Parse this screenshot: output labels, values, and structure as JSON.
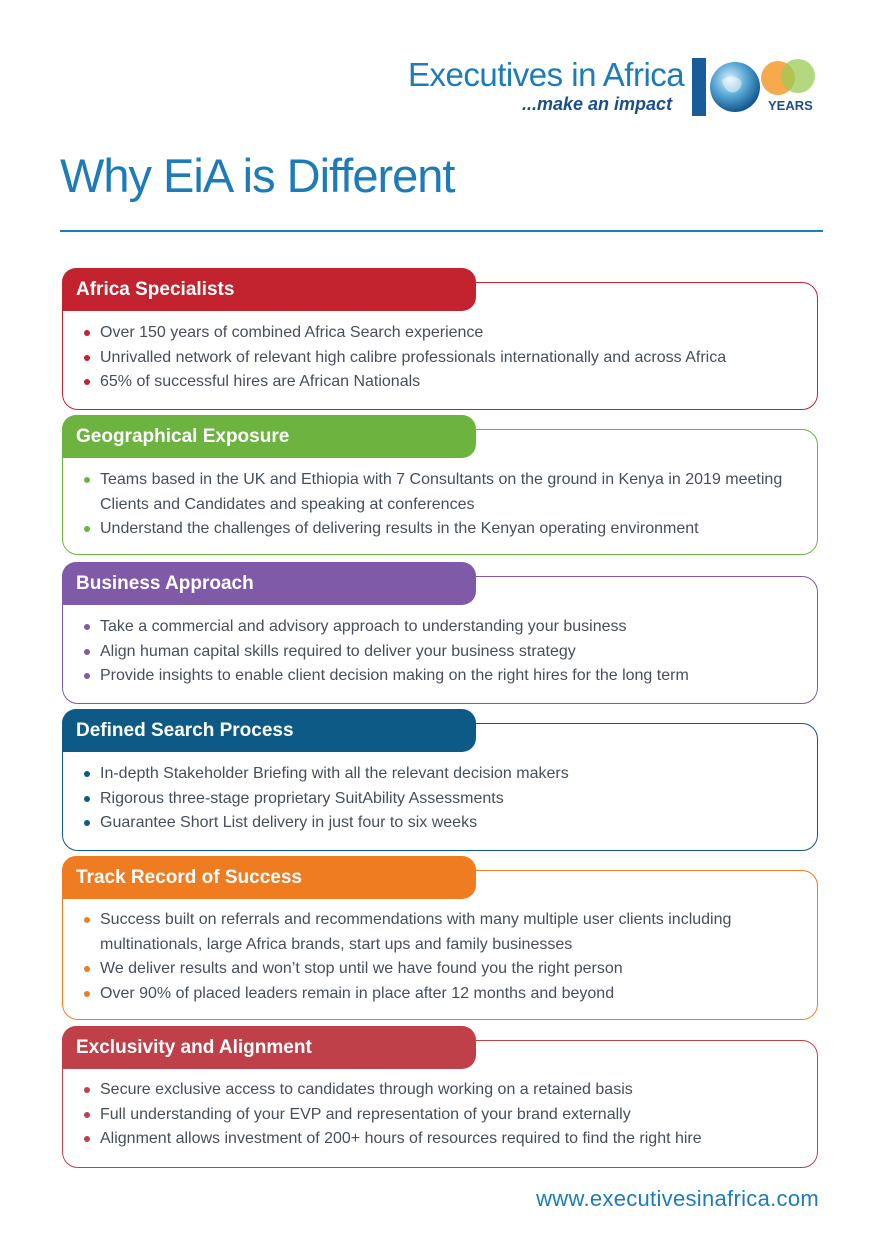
{
  "logo": {
    "name": "Executives in Africa",
    "tagline": "...make an impact",
    "years_label": "YEARS"
  },
  "page_title": "Why EiA is Different",
  "sections": [
    {
      "title": "Africa Specialists",
      "color": "#c2232e",
      "items": [
        "Over 150 years of combined Africa Search experience",
        "Unrivalled network of relevant high calibre professionals internationally and across Africa",
        "65% of successful hires are African Nationals"
      ]
    },
    {
      "title": "Geographical Exposure",
      "color": "#6cb33f",
      "items": [
        "Teams based in the UK and Ethiopia with 7 Consultants on the ground in Kenya in 2019 meeting Clients and Candidates and speaking at conferences",
        "Understand the challenges of delivering results in the Kenyan operating environment"
      ]
    },
    {
      "title": "Business Approach",
      "color": "#7f5aa8",
      "items": [
        "Take a commercial and advisory approach to understanding your business",
        "Align human capital skills required to deliver your business strategy",
        "Provide insights to enable client decision making on the right hires for the long term"
      ]
    },
    {
      "title": "Defined Search Process",
      "color": "#0e5a86",
      "items": [
        "In-depth Stakeholder Briefing with all the relevant decision makers",
        "Rigorous three-stage proprietary SuitAbility Assessments",
        "Guarantee Short List delivery in just four to six weeks"
      ]
    },
    {
      "title": "Track Record of Success",
      "color": "#f07c22",
      "items": [
        "Success built on referrals and recommendations with many multiple user clients including multinationals, large Africa brands, start ups and family businesses",
        "We deliver results and won’t stop until we have found you the right person",
        "Over 90% of placed leaders remain in place after 12 months and beyond"
      ]
    },
    {
      "title": "Exclusivity and Alignment",
      "color": "#c0404a",
      "items": [
        "Secure exclusive access to candidates through working on a retained basis",
        "Full understanding of your EVP and representation of your brand externally",
        "Alignment allows investment of 200+ hours of resources required to find the right hire"
      ]
    }
  ],
  "footer_url": "www.executivesinafrica.com"
}
